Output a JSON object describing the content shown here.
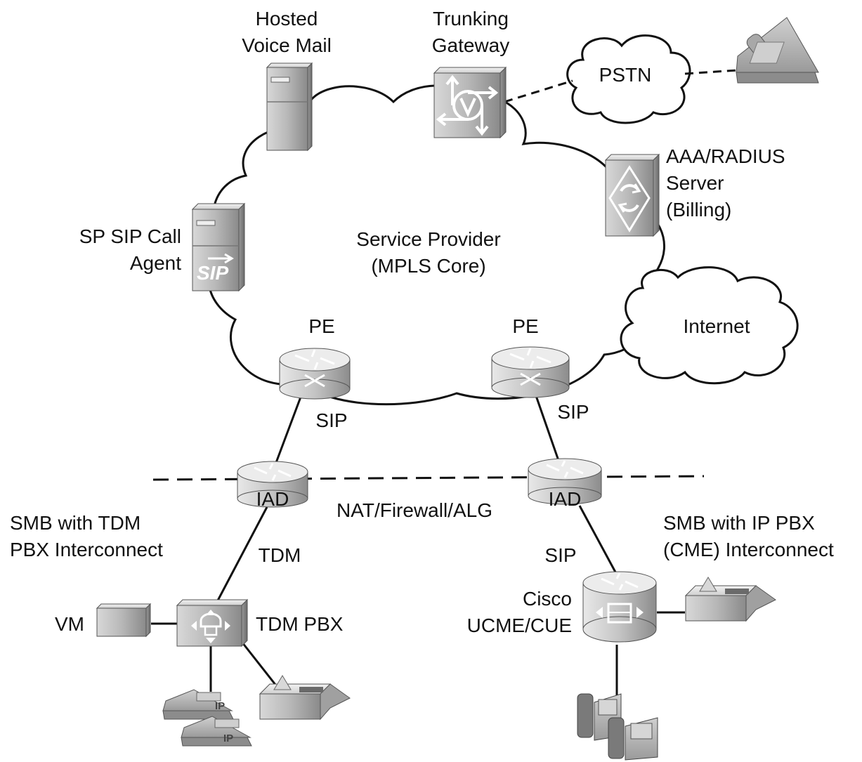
{
  "nodes": {
    "hosted_voice_mail": {
      "line1": "Hosted",
      "line2": "Voice Mail"
    },
    "trunking_gateway": {
      "line1": "Trunking",
      "line2": "Gateway"
    },
    "pstn": "PSTN",
    "aaa_radius": {
      "line1": "AAA/RADIUS",
      "line2": "Server",
      "line3": "(Billing)"
    },
    "sp_sip_call_agent": {
      "line1": "SP SIP Call",
      "line2": "Agent"
    },
    "service_provider": {
      "line1": "Service Provider",
      "line2": "(MPLS Core)"
    },
    "internet": "Internet",
    "pe_left": "PE",
    "pe_right": "PE",
    "iad_left": "IAD",
    "iad_right": "IAD",
    "cisco_ucme": {
      "line1": "Cisco",
      "line2": "UCME/CUE"
    },
    "tdm_pbx": "TDM PBX",
    "vm": "VM"
  },
  "links": {
    "sip_left": "SIP",
    "sip_right": "SIP",
    "sip_lower_right": "SIP",
    "tdm": "TDM",
    "nat_firewall": "NAT/Firewall/ALG"
  },
  "sites": {
    "tdm_site": {
      "line1": "SMB with TDM",
      "line2": "PBX Interconnect"
    },
    "ip_site": {
      "line1": "SMB with IP PBX",
      "line2": "(CME) Interconnect"
    }
  },
  "icon_text": {
    "sip_logo": "SIP",
    "ip_phone": "IP"
  },
  "icons": [
    "server-icon",
    "voice-gateway-icon",
    "cloud-icon",
    "phone-icon",
    "radius-server-icon",
    "sip-server-icon",
    "router-icon",
    "pbx-icon",
    "fax-icon",
    "ip-phone-icon",
    "ucme-router-icon",
    "voicemail-box-icon"
  ],
  "colors": {
    "line": "#111111",
    "device_light": "#e6e6e6",
    "device_mid": "#b4b4b4",
    "device_dark": "#6e6e6e"
  }
}
